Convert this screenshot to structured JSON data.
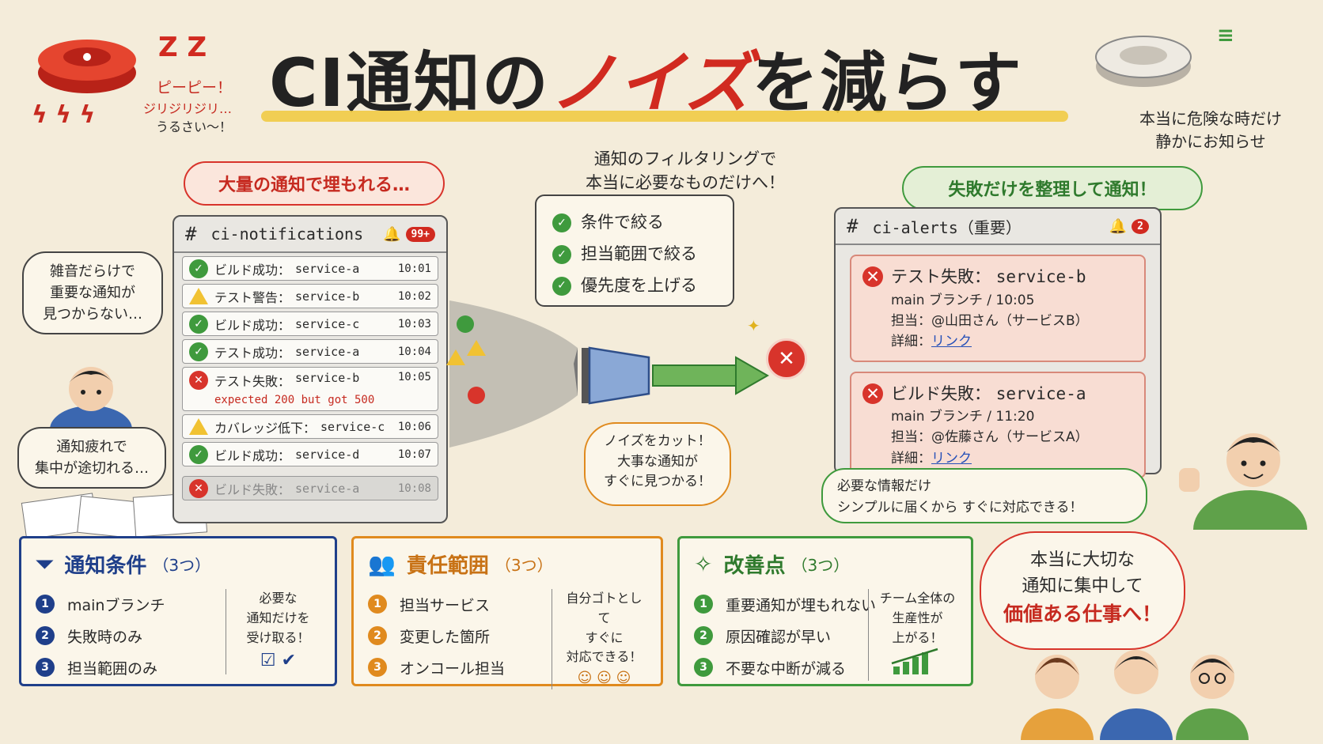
{
  "title": {
    "part1": "CI通知の",
    "part2": "ノイズ",
    "part3": "を減らす"
  },
  "alarm_sound": {
    "line1": "ピーピー！",
    "line2": "ジリジリジリ…",
    "line3": "うるさい〜！"
  },
  "top_right_note": {
    "line1": "本当に危険な時だけ",
    "line2": "静かにお知らせ"
  },
  "left_banner": "大量の通知で埋もれる…",
  "center_caption": {
    "line1": "通知のフィルタリングで",
    "line2": "本当に必要なものだけへ！"
  },
  "right_banner": "失敗だけを整理して通知！",
  "bubble_noise": {
    "line1": "雑音だらけで",
    "line2": "重要な通知が",
    "line3": "見つからない…"
  },
  "bubble_fatigue": {
    "line1": "通知疲れで",
    "line2": "集中が途切れる…"
  },
  "left_panel": {
    "channel": "ci-notifications",
    "badge": "99+",
    "rows": [
      {
        "status": "ok",
        "label": "ビルド成功：",
        "service": "service-a",
        "time": "10:01"
      },
      {
        "status": "warn",
        "label": "テスト警告：",
        "service": "service-b",
        "time": "10:02"
      },
      {
        "status": "ok",
        "label": "ビルド成功：",
        "service": "service-c",
        "time": "10:03"
      },
      {
        "status": "ok",
        "label": "テスト成功：",
        "service": "service-a",
        "time": "10:04"
      },
      {
        "status": "ng",
        "label": "テスト失敗：",
        "service": "service-b",
        "time": "10:05",
        "error": "expected 200 but got 500"
      },
      {
        "status": "warn",
        "label": "カバレッジ低下：",
        "service": "service-c",
        "time": "10:06"
      },
      {
        "status": "ok",
        "label": "ビルド成功：",
        "service": "service-d",
        "time": "10:07"
      },
      {
        "status": "ng",
        "label": "ビルド失敗：",
        "service": "service-a",
        "time": "10:08"
      }
    ]
  },
  "filter_checks": [
    "条件で絞る",
    "担当範囲で絞る",
    "優先度を上げる"
  ],
  "bubble_cut": {
    "line1": "ノイズをカット！",
    "line2": "大事な通知が",
    "line3": "すぐに見つかる！"
  },
  "right_panel": {
    "channel": "ci-alerts（重要）",
    "badge": "2",
    "cards": [
      {
        "title": "テスト失敗：",
        "service": "service-b",
        "branch": "main ブランチ / 10:05",
        "owner": "担当：@山田さん（サービスB）",
        "detail_label": "詳細：",
        "link": "リンク"
      },
      {
        "title": "ビルド失敗：",
        "service": "service-a",
        "branch": "main ブランチ / 11:20",
        "owner": "担当：@佐藤さん（サービスA）",
        "detail_label": "詳細：",
        "link": "リンク"
      }
    ]
  },
  "bubble_simple": {
    "line1": "必要な情報だけ",
    "line2": "シンプルに届くから すぐに対応できる！"
  },
  "box_conditions": {
    "title": "通知条件",
    "count": "（3つ）",
    "items": [
      "mainブランチ",
      "失敗時のみ",
      "担当範囲のみ"
    ],
    "side": {
      "line1": "必要な",
      "line2": "通知だけを",
      "line3": "受け取る！"
    }
  },
  "box_scope": {
    "title": "責任範囲",
    "count": "（3つ）",
    "items": [
      "担当サービス",
      "変更した箇所",
      "オンコール担当"
    ],
    "side": {
      "line1": "自分ゴトとして",
      "line2": "すぐに",
      "line3": "対応できる！"
    }
  },
  "box_improve": {
    "title": "改善点",
    "count": "（3つ）",
    "items": [
      "重要通知が埋もれない",
      "原因確認が早い",
      "不要な中断が減る"
    ],
    "side": {
      "line1": "チーム全体の",
      "line2": "生産性が",
      "line3": "上がる！"
    }
  },
  "cloud": {
    "line1": "本当に大切な",
    "line2": "通知に集中して",
    "line3": "価値ある仕事へ！"
  },
  "colors": {
    "red": "#d12a20",
    "green": "#3f9a3d",
    "blue": "#1f3f8a",
    "orange": "#e08a1e",
    "yellow": "#f0c93b"
  }
}
